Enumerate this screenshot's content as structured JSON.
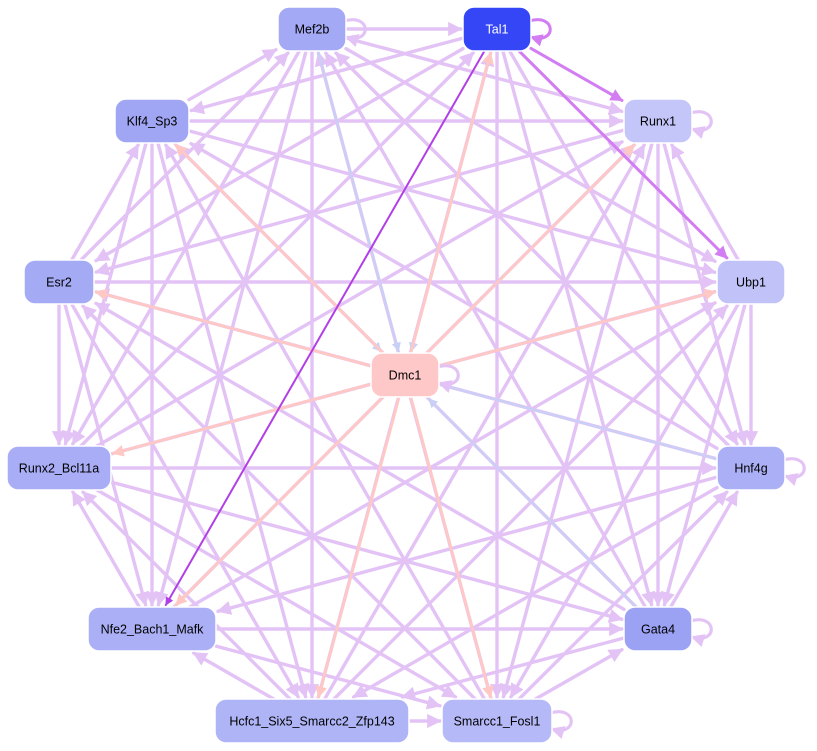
{
  "colors": {
    "background": "#ffffff",
    "edge_default": "#e3c3f5",
    "edge_strong": "#d27df2",
    "edge_darkest": "#b23fe6",
    "edge_salmon": "#ffc8c4",
    "edge_blue": "#c8d0f5",
    "node_border": "#ffffff"
  },
  "nodes": [
    {
      "id": "Mef2b",
      "label": "Mef2b",
      "fill": "#a3a9f4",
      "text": "dark-on-light"
    },
    {
      "id": "Tal1",
      "label": "Tal1",
      "fill": "#3546f7",
      "text": "light-on-dark"
    },
    {
      "id": "Klf4_Sp3",
      "label": "Klf4_Sp3",
      "fill": "#a0a6f4",
      "text": "dark-on-light"
    },
    {
      "id": "Runx1",
      "label": "Runx1",
      "fill": "#c4c5f8",
      "text": "dark-on-light"
    },
    {
      "id": "Esr2",
      "label": "Esr2",
      "fill": "#a5aaf5",
      "text": "dark-on-light"
    },
    {
      "id": "Ubp1",
      "label": "Ubp1",
      "fill": "#c1c2f8",
      "text": "dark-on-light"
    },
    {
      "id": "Dmc1",
      "label": "Dmc1",
      "fill": "#ffc8c8",
      "text": "dark-on-light"
    },
    {
      "id": "Runx2_Bcl11a",
      "label": "Runx2_Bcl11a",
      "fill": "#a8adf5",
      "text": "dark-on-light"
    },
    {
      "id": "Hnf4g",
      "label": "Hnf4g",
      "fill": "#abb0f6",
      "text": "dark-on-light"
    },
    {
      "id": "Nfe2_Bach1_Mafk",
      "label": "Nfe2_Bach1_Mafk",
      "fill": "#abb0f6",
      "text": "dark-on-light"
    },
    {
      "id": "Gata4",
      "label": "Gata4",
      "fill": "#9ba2f4",
      "text": "dark-on-light"
    },
    {
      "id": "Hcfc1_Six5_Smarcc2_Zfp143",
      "label": "Hcfc1_Six5_Smarcc2_Zfp143",
      "fill": "#afb4f6",
      "text": "dark-on-light"
    },
    {
      "id": "Smarcc1_Fosl1",
      "label": "Smarcc1_Fosl1",
      "fill": "#b6b9f7",
      "text": "dark-on-light"
    }
  ],
  "self_loops": [
    "Mef2b",
    "Tal1",
    "Runx1",
    "Dmc1",
    "Hnf4g",
    "Gata4",
    "Smarcc1_Fosl1"
  ],
  "highlighted_edges": [
    {
      "from": "Tal1",
      "to": "Runx1",
      "style": "strong"
    },
    {
      "from": "Tal1",
      "to": "Ubp1",
      "style": "strong"
    },
    {
      "from": "Tal1",
      "to": "Nfe2_Bach1_Mafk",
      "style": "darkest"
    },
    {
      "from": "Mef2b",
      "to": "Dmc1",
      "style": "blue"
    },
    {
      "from": "Klf4_Sp3",
      "to": "Dmc1",
      "style": "blue"
    },
    {
      "from": "Tal1",
      "to": "Dmc1",
      "style": "blue"
    },
    {
      "from": "Hnf4g",
      "to": "Dmc1",
      "style": "blue"
    },
    {
      "from": "Gata4",
      "to": "Dmc1",
      "style": "blue"
    },
    {
      "from": "Dmc1",
      "to": "Tal1",
      "style": "salmon"
    },
    {
      "from": "Dmc1",
      "to": "Runx1",
      "style": "salmon"
    },
    {
      "from": "Dmc1",
      "to": "Ubp1",
      "style": "salmon"
    },
    {
      "from": "Dmc1",
      "to": "Esr2",
      "style": "salmon"
    },
    {
      "from": "Dmc1",
      "to": "Klf4_Sp3",
      "style": "salmon"
    },
    {
      "from": "Dmc1",
      "to": "Runx2_Bcl11a",
      "style": "salmon"
    },
    {
      "from": "Dmc1",
      "to": "Nfe2_Bach1_Mafk",
      "style": "salmon"
    },
    {
      "from": "Dmc1",
      "to": "Hcfc1_Six5_Smarcc2_Zfp143",
      "style": "salmon"
    },
    {
      "from": "Dmc1",
      "to": "Smarcc1_Fosl1",
      "style": "salmon"
    }
  ]
}
